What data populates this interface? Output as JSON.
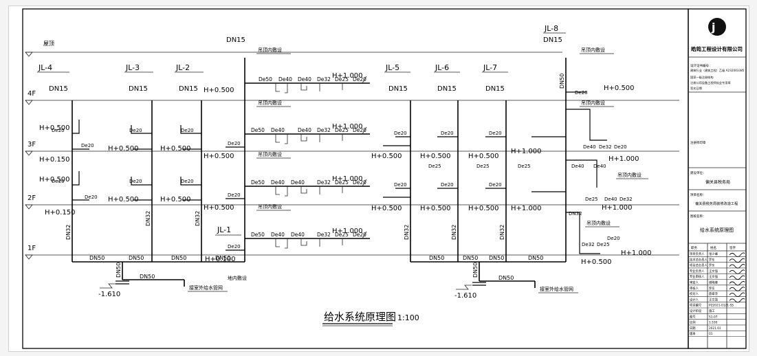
{
  "drawing": {
    "title": "给水系统原理图",
    "scale": "1:100",
    "floors": {
      "roof": "屋顶",
      "f4": "4F",
      "f3": "3F",
      "f2": "2F",
      "f1": "1F"
    },
    "risers": {
      "jl1": "JL-1",
      "jl2": "JL-2",
      "jl3": "JL-3",
      "jl4": "JL-4",
      "jl5": "JL-5",
      "jl6": "JL-6",
      "jl7": "JL-7",
      "jl8": "JL-8"
    },
    "pipe_labels": {
      "dn15": "DN15",
      "dn32": "DN32",
      "dn50": "DN50",
      "de50": "De50",
      "de40": "De40",
      "de32": "De32",
      "de25": "De25",
      "de20": "De20"
    },
    "elevations": {
      "h1000": "H+1.000",
      "h500": "H+0.500",
      "h150": "H+0.150",
      "h100": "H+0.100",
      "base": "-1.610"
    },
    "notes": {
      "ceiling": "吊顶内敷设",
      "floor": "地内敷设",
      "outdoor": "接室外给水管网"
    }
  },
  "title_block": {
    "company": "皓筠工程设计有限公司",
    "cert_line1": "设计证书编号：",
    "cert_line2": "建筑行业（建筑工程）乙级 A232043385",
    "stamp1": "国家一级注册结构",
    "stamp2": "注册公用设备工程师执业专用章",
    "sign_date": "签名日期",
    "audit_stamp": "注册师印章",
    "builder_label": "建设单位：",
    "builder": "偏关县税务局",
    "project_label": "项目名称：",
    "project": "偏关县税务局装修改造工程",
    "drawing_label": "图纸名称：",
    "drawing_name": "给水系统原理图",
    "header_role": "职务",
    "header_name": "姓名",
    "header_sign": "签字",
    "rows": [
      {
        "role": "项目负责人",
        "name": "张少峰"
      },
      {
        "role": "技术总负责人",
        "name": "罗东"
      },
      {
        "role": "项目总负责人",
        "name": "罗东"
      },
      {
        "role": "专业负责人",
        "name": "王文强"
      },
      {
        "role": "专业审核人",
        "name": "王文强"
      },
      {
        "role": "审定人",
        "name": "谢晓峰"
      },
      {
        "role": "审核人",
        "name": "罗东"
      },
      {
        "role": "校对人",
        "name": "薛翠萍"
      },
      {
        "role": "设计人",
        "name": "王文强"
      }
    ],
    "info_rows": [
      {
        "k": "项目编号",
        "v": "PZ2021-0121-SS"
      },
      {
        "k": "设计阶段",
        "v": "施工"
      },
      {
        "k": "图号",
        "v": "S1-07"
      },
      {
        "k": "比例",
        "v": "1:100"
      },
      {
        "k": "日期",
        "v": "2021.01"
      },
      {
        "k": "版本",
        "v": "01"
      }
    ]
  }
}
